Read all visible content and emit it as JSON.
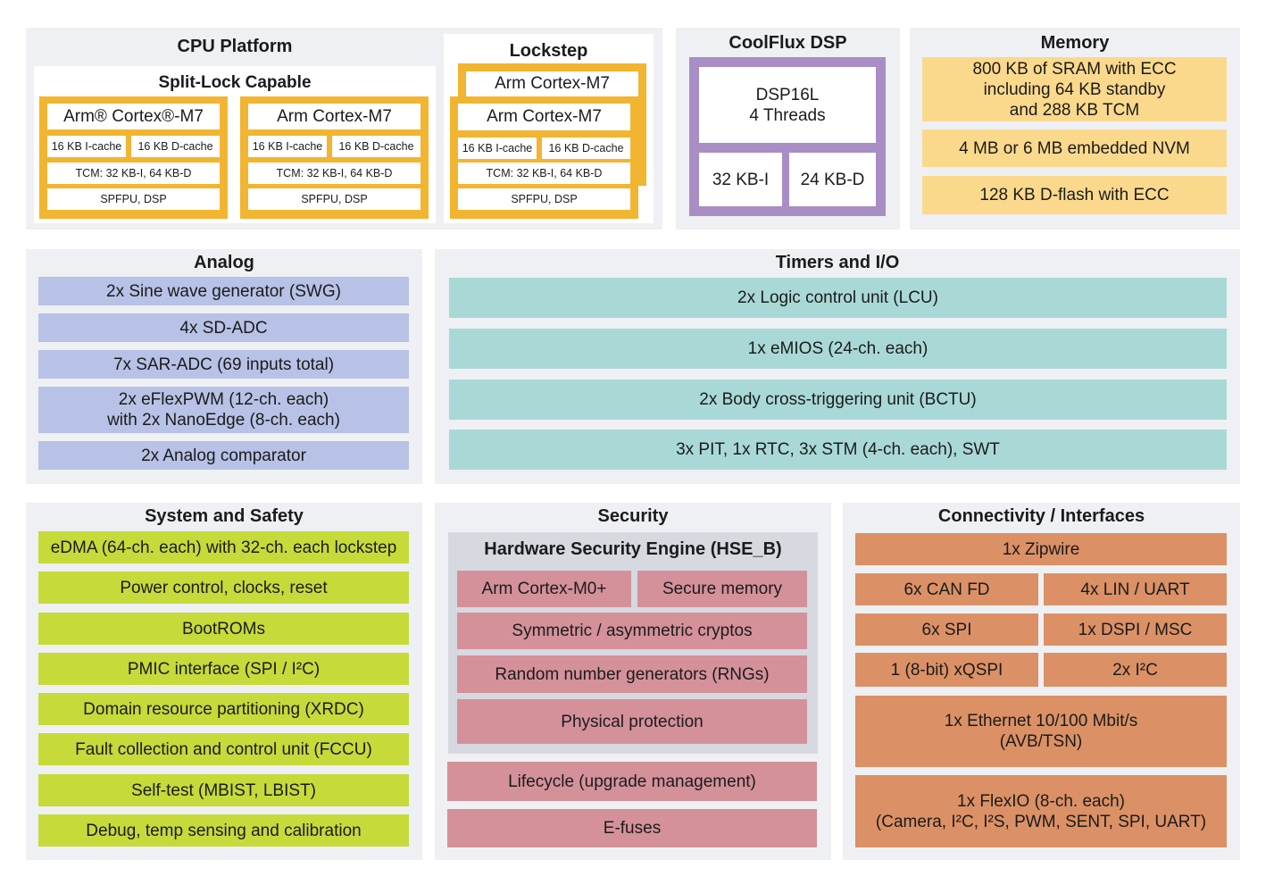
{
  "cpu_platform": {
    "title": "CPU Platform",
    "subtitle": "Split-Lock Capable",
    "cores": [
      {
        "name": "Arm® Cortex®-M7",
        "icache": "16 KB I-cache",
        "dcache": "16 KB D-cache",
        "tcm": "TCM: 32 KB-I, 64 KB-D",
        "fpu": "SPFPU, DSP"
      },
      {
        "name": "Arm Cortex-M7",
        "icache": "16 KB I-cache",
        "dcache": "16 KB D-cache",
        "tcm": "TCM: 32 KB-I, 64 KB-D",
        "fpu": "SPFPU, DSP"
      }
    ]
  },
  "lockstep": {
    "title": "Lockstep",
    "back_core": "Arm Cortex-M7",
    "core": {
      "name": "Arm Cortex-M7",
      "icache": "16 KB I-cache",
      "dcache": "16 KB D-cache",
      "tcm": "TCM: 32 KB-I, 64 KB-D",
      "fpu": "SPFPU, DSP"
    }
  },
  "coolflux": {
    "title": "CoolFlux DSP",
    "core": "DSP16L\n4 Threads",
    "imem": "32 KB-I",
    "dmem": "24 KB-D"
  },
  "memory": {
    "title": "Memory",
    "items": [
      "800 KB of SRAM with ECC\nincluding 64 KB standby\nand 288 KB TCM",
      "4 MB or 6 MB embedded NVM",
      "128 KB D-flash with ECC"
    ]
  },
  "analog": {
    "title": "Analog",
    "items": [
      "2x Sine wave generator (SWG)",
      "4x SD-ADC",
      "7x SAR-ADC (69 inputs total)",
      "2x eFlexPWM (12-ch. each)\nwith 2x NanoEdge (8-ch. each)",
      "2x Analog comparator"
    ]
  },
  "timers": {
    "title": "Timers and I/O",
    "items": [
      "2x Logic control unit (LCU)",
      "1x eMIOS (24-ch. each)",
      "2x Body cross-triggering unit (BCTU)",
      "3x PIT, 1x RTC, 3x STM (4-ch. each), SWT"
    ]
  },
  "safety": {
    "title": "System and Safety",
    "items": [
      "eDMA (64-ch. each) with 32-ch. each lockstep",
      "Power control, clocks, reset",
      "BootROMs",
      "PMIC interface (SPI / I²C)",
      "Domain resource partitioning (XRDC)",
      "Fault collection and control unit (FCCU)",
      "Self-test (MBIST, LBIST)",
      "Debug, temp sensing and calibration"
    ]
  },
  "security": {
    "title": "Security",
    "hse_title": "Hardware Security Engine (HSE_B)",
    "hse_items": [
      "Arm Cortex-M0+",
      "Secure memory",
      "Symmetric / asymmetric cryptos",
      "Random number generators (RNGs)",
      "Physical protection"
    ],
    "items": [
      "Lifecycle (upgrade management)",
      "E-fuses"
    ]
  },
  "connectivity": {
    "title": "Connectivity / Interfaces",
    "items": [
      "1x Zipwire",
      "6x CAN FD",
      "4x LIN / UART",
      "6x SPI",
      "1x DSPI / MSC",
      "1 (8-bit) xQSPI",
      "2x I²C",
      "1x Ethernet 10/100 Mbit/s\n(AVB/TSN)",
      "1x FlexIO (8-ch. each)\n(Camera, I²C, I²S, PWM, SENT, SPI, UART)"
    ]
  },
  "colors": {
    "panel": "#eff0f3",
    "core": "#f2b531",
    "memory": "#fbd98c",
    "dsp": "#a88ec4",
    "analog": "#b7c2e6",
    "timers": "#a9d9d7",
    "safety": "#c6da3a",
    "security": "#d4919a",
    "connectivity": "#db9165"
  }
}
